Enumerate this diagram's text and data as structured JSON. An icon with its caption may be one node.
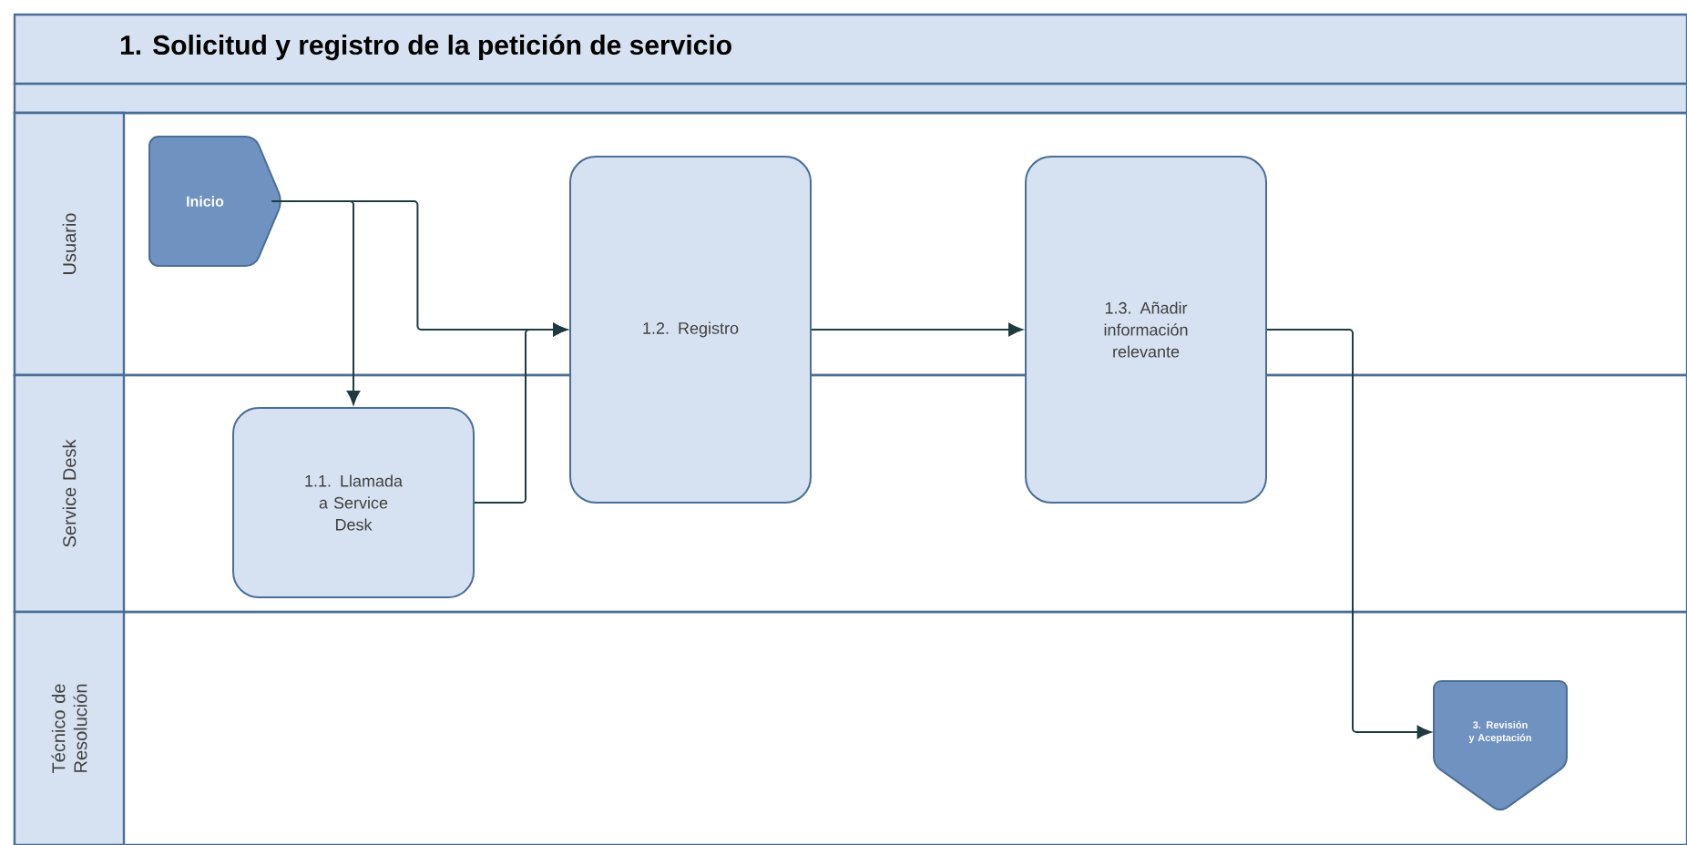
{
  "diagram": {
    "title": "1. Solicitud y registro de la petición de servicio",
    "nodes": [
      {
        "text": [
          "Usuario"
        ]
      },
      {
        "text": [
          "Service Desk"
        ]
      },
      {
        "text": [
          "Técnico de Resolución"
        ]
      },
      {
        "text": [
          "Inicio"
        ],
        "in": 0
      },
      {
        "text": [
          "1.1. Llamada a Service Desk"
        ],
        "in": 1
      },
      {
        "text": [
          "1.2. Registro"
        ]
      },
      {
        "text": [
          "1.3. Añadir información relevante"
        ]
      },
      {
        "text": [
          "3. Revisión y Aceptación"
        ],
        "in": 2
      }
    ],
    "edges": [
      {
        "from": 3,
        "to": 4,
        "arrow": "to"
      },
      {
        "from": 3,
        "to": 5,
        "arrow": "to"
      },
      {
        "from": 4,
        "to": 5,
        "arrow": "to"
      },
      {
        "from": 5,
        "to": 6,
        "arrow": "to"
      },
      {
        "from": 6,
        "to": 7,
        "arrow": "to"
      }
    ]
  }
}
